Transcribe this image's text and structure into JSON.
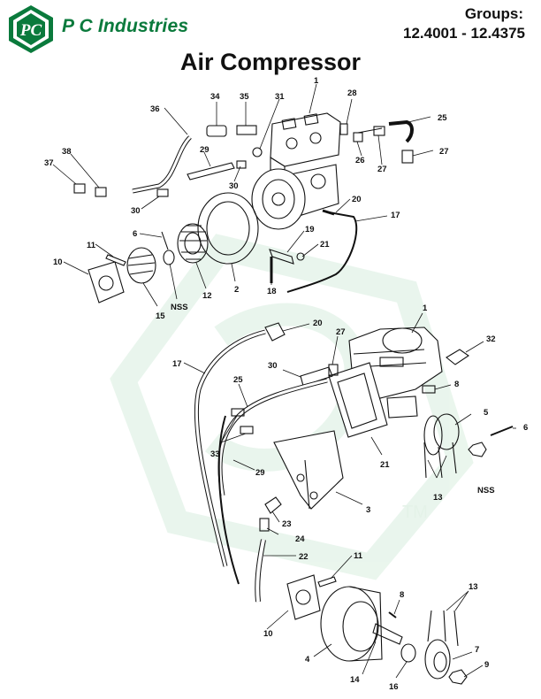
{
  "header": {
    "company": "P C Industries",
    "logo_text": "PC",
    "groups_label": "Groups:",
    "groups_range": "12.4001 - 12.4375"
  },
  "title": "Air Compressor",
  "watermark": {
    "tm": "TM",
    "color": "#cfe9d7"
  },
  "colors": {
    "brand_green": "#0a7a3c",
    "line": "#111111"
  },
  "callouts": {
    "c1a": "1",
    "c28": "28",
    "c35": "35",
    "c34": "34",
    "c31": "31",
    "c36": "36",
    "c25a": "25",
    "c38": "38",
    "c37": "37",
    "c29a": "29",
    "c30a": "30",
    "c30b": "30",
    "c26": "26",
    "c27a": "27",
    "c27b": "27",
    "c20a": "20",
    "c17a": "17",
    "c6a": "6",
    "c19": "19",
    "c21a": "21",
    "c11a": "11",
    "c10a": "10",
    "c18": "18",
    "c2": "2",
    "c12": "12",
    "c15": "15",
    "nss1": "NSS",
    "c1b": "1",
    "c20b": "20",
    "c27c": "27",
    "c32": "32",
    "c17b": "17",
    "c30c": "30",
    "c8a": "8",
    "c25b": "25",
    "c5": "5",
    "c6b": "6",
    "c33": "33",
    "c21b": "21",
    "c29b": "29",
    "c13a": "13",
    "nss2": "NSS",
    "c3": "3",
    "c23": "23",
    "c24": "24",
    "c22": "22",
    "c11b": "11",
    "c8b": "8",
    "c13b": "13",
    "c10b": "10",
    "c7": "7",
    "c4": "4",
    "c14": "14",
    "c16": "16",
    "c9": "9"
  }
}
